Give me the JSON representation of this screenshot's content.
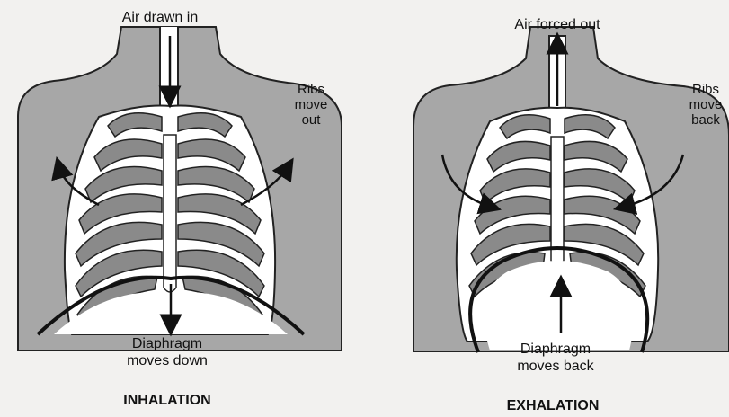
{
  "inhalation": {
    "air_label": "Air drawn in",
    "ribs_label": [
      "Ribs",
      "move",
      "out"
    ],
    "diaphragm_label": [
      "Diaphragm",
      "moves down"
    ],
    "caption": "INHALATION"
  },
  "exhalation": {
    "air_label": "Air forced out",
    "ribs_label": [
      "Ribs",
      "move",
      "back"
    ],
    "diaphragm_label": [
      "Diaphragm",
      "moves back"
    ],
    "caption": "EXHALATION"
  },
  "colors": {
    "body_fill": "#a7a7a7",
    "rib_fill": "#8a8a8a",
    "line": "#111111",
    "paper": "#f2f1ef"
  }
}
